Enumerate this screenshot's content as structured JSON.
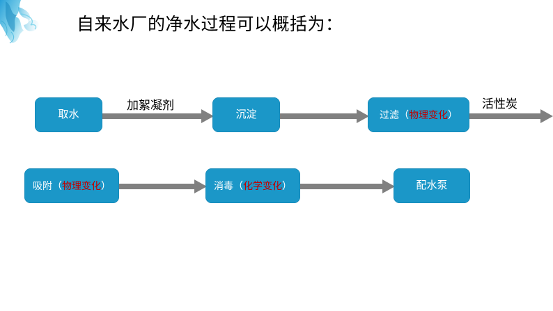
{
  "slide": {
    "title": "自来水厂的净水过程可以概括为：",
    "background_color": "#ffffff"
  },
  "theme": {
    "box_fill": "#1B97C8",
    "box_text": "#ffffff",
    "highlight_text": "#C00000",
    "arrow_color": "#808080",
    "title_text": "#000000",
    "decoration_color": "#2BA6D0"
  },
  "decoration": {
    "name": "water-smoke-corner-graphic"
  },
  "flow": {
    "row1": {
      "boxes": [
        {
          "id": "intake",
          "label": "取水",
          "highlight": ""
        },
        {
          "id": "settle",
          "label": "沉淀",
          "highlight": ""
        },
        {
          "id": "filter",
          "prefix": "过滤（",
          "highlight": "物理变化",
          "suffix": "）"
        }
      ],
      "arrows": [
        {
          "id": "arrow-1",
          "label": "加絮凝剂"
        },
        {
          "id": "arrow-2",
          "label": ""
        },
        {
          "id": "arrow-3",
          "label": "活性炭"
        }
      ]
    },
    "row2": {
      "boxes": [
        {
          "id": "adsorb",
          "prefix": "吸附（",
          "highlight": "物理变化",
          "suffix": "）"
        },
        {
          "id": "disinfect",
          "prefix": "消毒（",
          "highlight": "化学变化",
          "suffix": "）"
        },
        {
          "id": "pump",
          "label": "配水泵",
          "highlight": ""
        }
      ],
      "arrows": [
        {
          "id": "arrow-4",
          "label": ""
        },
        {
          "id": "arrow-5",
          "label": ""
        }
      ]
    }
  }
}
